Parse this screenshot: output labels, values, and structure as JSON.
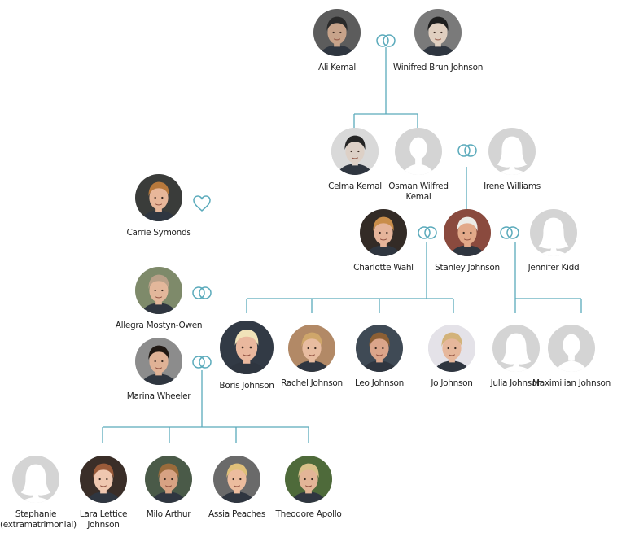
{
  "colors": {
    "connector": "#5aaabb",
    "placeholder_bg": "#d4d4d4",
    "placeholder_fg": "#ffffff"
  },
  "people": [
    {
      "id": "ali",
      "name": "Ali Kemal",
      "avatar": "photo",
      "skin": "#c7a38a",
      "hair": "#2a2a2a",
      "bg": "#5c5c5c"
    },
    {
      "id": "winifred",
      "name": "Winifred Brun Johnson",
      "avatar": "photo",
      "skin": "#e0cfc0",
      "hair": "#1e1e1e",
      "bg": "#7a7a7a"
    },
    {
      "id": "celma",
      "name": "Celma Kemal",
      "avatar": "photo",
      "skin": "#ddd0c6",
      "hair": "#252525",
      "bg": "#d9d9d9"
    },
    {
      "id": "osman",
      "name": "Osman Wilfred Kemal",
      "avatar": "male-placeholder"
    },
    {
      "id": "irene",
      "name": "Irene Williams",
      "avatar": "female-placeholder"
    },
    {
      "id": "carrie",
      "name": "Carrie Symonds",
      "avatar": "photo",
      "skin": "#e8b79a",
      "hair": "#b8793c",
      "bg": "#3a3c3a"
    },
    {
      "id": "charlotte",
      "name": "Charlotte Wahl",
      "avatar": "photo",
      "skin": "#e5b49a",
      "hair": "#c98d4a",
      "bg": "#332b26"
    },
    {
      "id": "stanley",
      "name": "Stanley Johnson",
      "avatar": "photo",
      "skin": "#e2a989",
      "hair": "#ecebe6",
      "bg": "#8a4a3e"
    },
    {
      "id": "jennifer",
      "name": "Jennifer Kidd",
      "avatar": "female-placeholder"
    },
    {
      "id": "allegra",
      "name": "Allegra Mostyn-Owen",
      "avatar": "photo",
      "skin": "#e3b79b",
      "hair": "#b9a088",
      "bg": "#7e8a6a"
    },
    {
      "id": "marina",
      "name": "Marina Wheeler",
      "avatar": "photo",
      "skin": "#e0b296",
      "hair": "#201813",
      "bg": "#8c8c8c"
    },
    {
      "id": "boris",
      "name": "Boris Johnson",
      "avatar": "photo",
      "skin": "#eab89e",
      "hair": "#f1e3b9",
      "bg": "#323a45"
    },
    {
      "id": "rachel",
      "name": "Rachel Johnson",
      "avatar": "photo",
      "skin": "#e8bca0",
      "hair": "#cfa66a",
      "bg": "#b28966"
    },
    {
      "id": "leo",
      "name": "Leo Johnson",
      "avatar": "photo",
      "skin": "#dca58a",
      "hair": "#8c5f34",
      "bg": "#3f4a55"
    },
    {
      "id": "jo",
      "name": "Jo Johnson",
      "avatar": "photo",
      "skin": "#e6b79b",
      "hair": "#d3b37a",
      "bg": "#e4e2e8"
    },
    {
      "id": "julia",
      "name": "Julia Johnson",
      "avatar": "female-placeholder"
    },
    {
      "id": "maximilian",
      "name": "Maximilian Johnson",
      "avatar": "male-placeholder"
    },
    {
      "id": "stephanie",
      "name": "Stephanie (extramatrimonial)",
      "avatar": "female-placeholder"
    },
    {
      "id": "lara",
      "name": "Lara Lettice Johnson",
      "avatar": "photo",
      "skin": "#efc7b0",
      "hair": "#9a5b3a",
      "bg": "#3a2e28"
    },
    {
      "id": "milo",
      "name": "Milo Arthur",
      "avatar": "photo",
      "skin": "#d7a283",
      "hair": "#9a6b3b",
      "bg": "#4a5a48"
    },
    {
      "id": "assia",
      "name": "Assia Peaches",
      "avatar": "photo",
      "skin": "#ecbc9e",
      "hair": "#e0c079",
      "bg": "#6a6a6a"
    },
    {
      "id": "theodore",
      "name": "Theodore Apollo",
      "avatar": "photo",
      "skin": "#e3b597",
      "hair": "#d9c089",
      "bg": "#4e6a3a"
    }
  ],
  "relations": [
    {
      "id": "marriage-ali-winifred",
      "type": "rings"
    },
    {
      "id": "marriage-osman-irene",
      "type": "rings"
    },
    {
      "id": "marriage-charlotte-stanley",
      "type": "rings"
    },
    {
      "id": "marriage-stanley-jennifer",
      "type": "rings"
    },
    {
      "id": "partner-carrie",
      "type": "heart"
    },
    {
      "id": "marriage-allegra",
      "type": "rings"
    },
    {
      "id": "marriage-marina",
      "type": "rings"
    }
  ]
}
